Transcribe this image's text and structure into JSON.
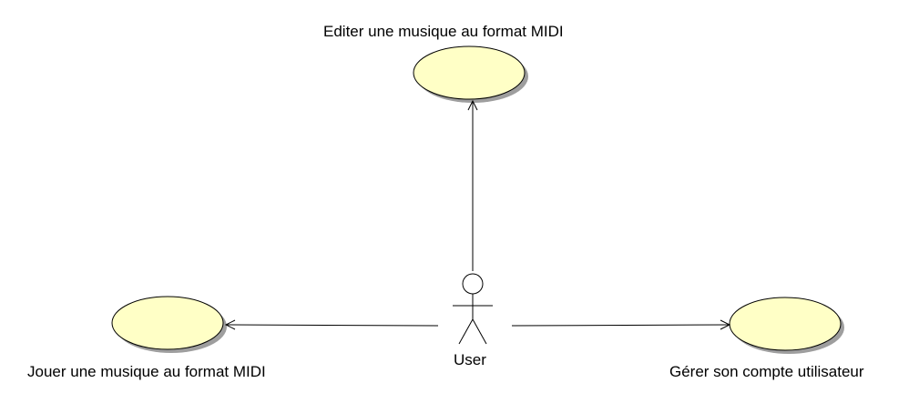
{
  "diagram": {
    "type": "use-case",
    "use_cases": [
      {
        "id": "edit",
        "label": "Editer une musique au format MIDI"
      },
      {
        "id": "play",
        "label": "Jouer une musique au format MIDI"
      },
      {
        "id": "account",
        "label": "Gérer son compte utilisateur"
      }
    ],
    "actor": {
      "label": "User"
    },
    "associations": [
      {
        "from": "User",
        "to": "edit"
      },
      {
        "from": "User",
        "to": "play"
      },
      {
        "from": "User",
        "to": "account"
      }
    ],
    "colors": {
      "use_case_fill": "#FFFFC6",
      "use_case_stroke": "#000000",
      "shadow": "#9E9E9E",
      "line": "#000000",
      "background": "#FFFFFF"
    }
  }
}
